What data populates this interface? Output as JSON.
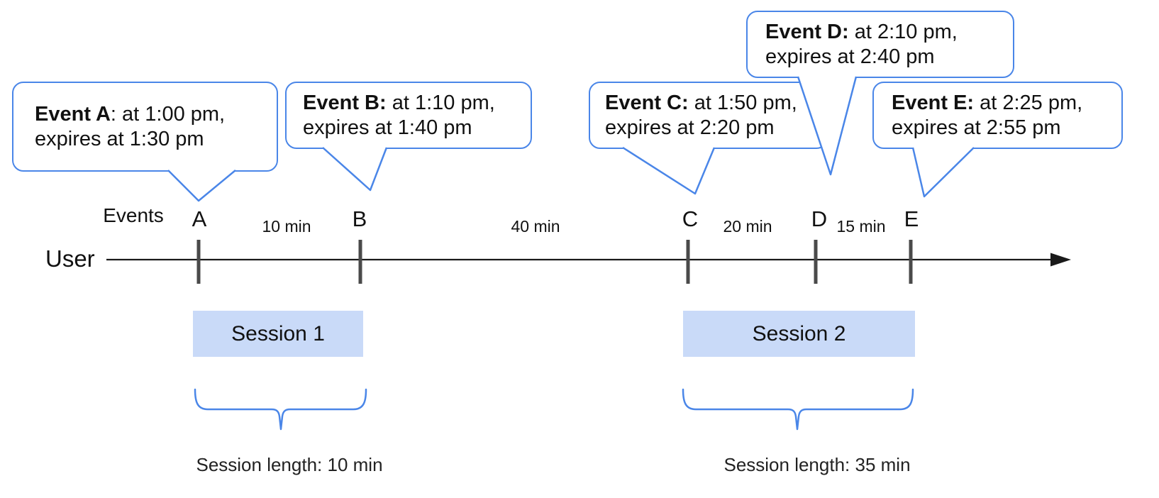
{
  "colors": {
    "accent_blue": "#4a86e8",
    "session_fill": "#c9daf8",
    "tick_gray": "#4a4a4a",
    "line_black": "#1a1a1a"
  },
  "labels": {
    "user": "User",
    "events": "Events"
  },
  "bubbles": [
    {
      "event": "A",
      "title": "Event A",
      "rest": ": at 1:00 pm,",
      "line2": "expires at 1:30 pm"
    },
    {
      "event": "B",
      "title": "Event B:",
      "rest": " at 1:10 pm,",
      "line2": "expires at 1:40 pm"
    },
    {
      "event": "C",
      "title": "Event C:",
      "rest": " at 1:50 pm,",
      "line2": "expires at 2:20 pm"
    },
    {
      "event": "D",
      "title": "Event D:",
      "rest": " at 2:10 pm,",
      "line2": "expires at 2:40 pm"
    },
    {
      "event": "E",
      "title": "Event E:",
      "rest": " at 2:25 pm,",
      "line2": "expires at 2:55 pm"
    }
  ],
  "event_marks": [
    {
      "label": "A"
    },
    {
      "label": "B"
    },
    {
      "label": "C"
    },
    {
      "label": "D"
    },
    {
      "label": "E"
    }
  ],
  "gaps": [
    {
      "label": "10 min"
    },
    {
      "label": "40 min"
    },
    {
      "label": "20 min"
    },
    {
      "label": "15 min"
    }
  ],
  "sessions": [
    {
      "label": "Session 1",
      "length": "Session length: 10 min"
    },
    {
      "label": "Session 2",
      "length": "Session length: 35 min"
    }
  ]
}
